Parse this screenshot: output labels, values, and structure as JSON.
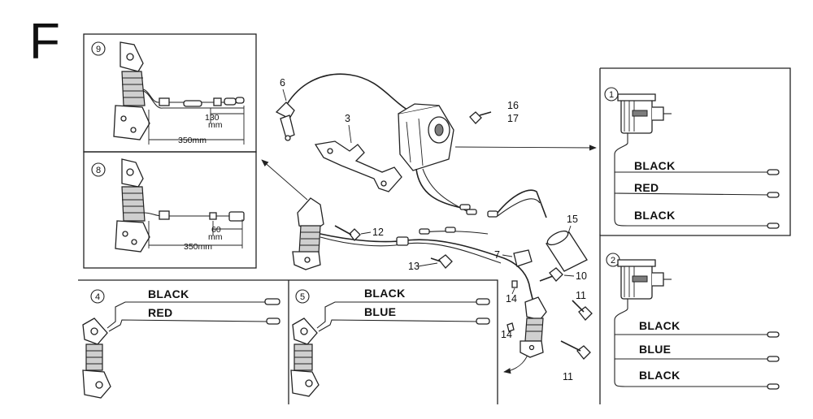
{
  "section_letter": "F",
  "callouts": {
    "c1": "1",
    "c2": "2",
    "c4": "4",
    "c5": "5",
    "c8": "8",
    "c9": "9"
  },
  "parts": {
    "p3": "3",
    "p6": "6",
    "p7": "7",
    "p10": "10",
    "p11": "11",
    "p12": "12",
    "p13": "13",
    "p14": "14",
    "p15": "15",
    "p16": "16",
    "p17": "17"
  },
  "inset9": {
    "dim_short_value": "130",
    "dim_short_unit": "mm",
    "dim_long": "350mm"
  },
  "inset8": {
    "dim_short_value": "60",
    "dim_short_unit": "mm",
    "dim_long": "350mm"
  },
  "inset4": {
    "wires": [
      "BLACK",
      "RED"
    ]
  },
  "inset5": {
    "wires": [
      "BLACK",
      "BLUE"
    ]
  },
  "inset1": {
    "wires": [
      "BLACK",
      "RED",
      "BLACK"
    ]
  },
  "inset2": {
    "wires": [
      "BLACK",
      "BLUE",
      "BLACK"
    ]
  }
}
